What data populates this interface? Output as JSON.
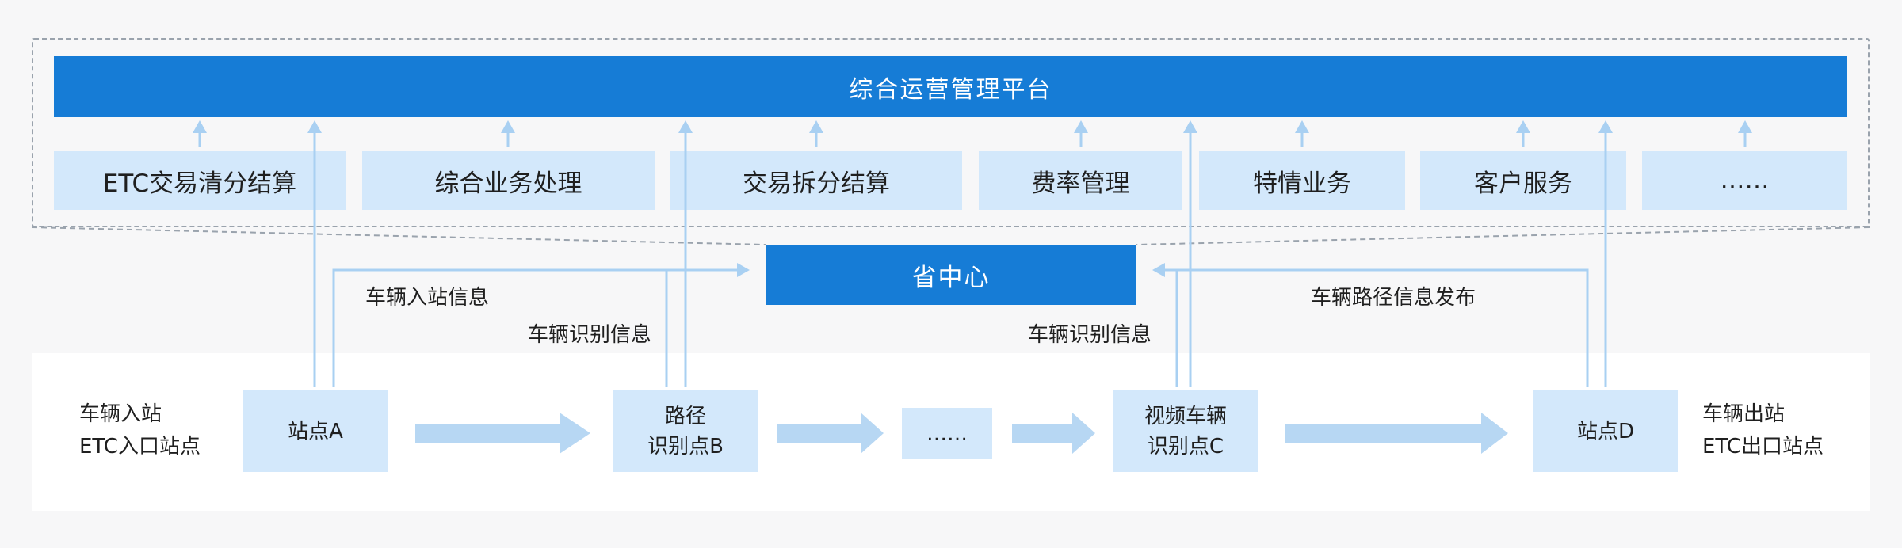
{
  "platform": {
    "title": "综合运营管理平台",
    "modules": [
      "ETC交易清分结算",
      "综合业务处理",
      "交易拆分结算",
      "费率管理",
      "特情业务",
      "客户服务",
      "……"
    ]
  },
  "province_center": {
    "label": "省中心"
  },
  "flow_labels": {
    "entry_info": "车辆入站信息",
    "recognition_info_left": "车辆识别信息",
    "recognition_info_right": "车辆识别信息",
    "route_info_publish": "车辆路径信息发布"
  },
  "road": {
    "entry_label": [
      "车辆入站",
      "ETC入口站点"
    ],
    "exit_label": [
      "车辆出站",
      "ETC出口站点"
    ],
    "nodes": {
      "station_a": [
        "站点A"
      ],
      "route_point_b": [
        "路径",
        "识别点B"
      ],
      "ellipsis": [
        "……"
      ],
      "video_point_c": [
        "视频车辆",
        "识别点C"
      ],
      "station_d": [
        "站点D"
      ]
    }
  },
  "colors": {
    "primary_blue": "#167cd6",
    "light_blue_box": "#d3e8fb",
    "connector_blue": "#a9d0f2",
    "flow_arrow": "#b7d7f3",
    "frame_dash": "#9aa3ad"
  }
}
